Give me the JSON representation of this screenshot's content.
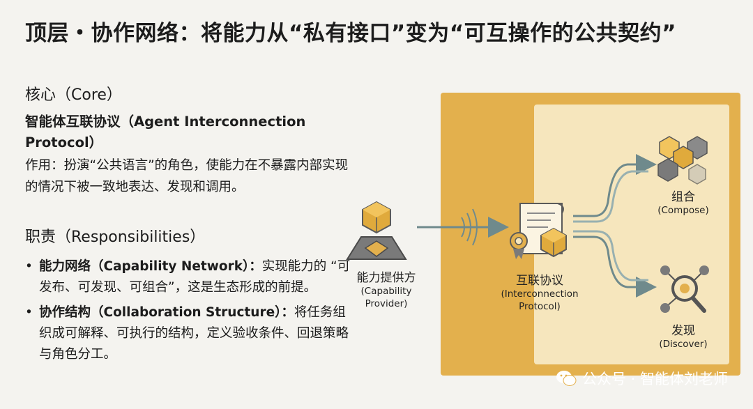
{
  "title": "顶层・协作网络：将能力从“私有接口”变为“可互操作的公共契约”",
  "core": {
    "heading": "核心（Core）",
    "subheading": "智能体互联协议（Agent Interconnection Protocol）",
    "description": "作用：扮演“公共语言”的角色，使能力在不暴露内部实现的情况下被一致地表达、发现和调用。"
  },
  "responsibilities": {
    "heading": "职责（Responsibilities）",
    "items": [
      {
        "bullet": "•",
        "term": "能力网络（Capability Network）：",
        "text": "实现能力的 “可发布、可发现、可组合”，这是生态形成的前提。"
      },
      {
        "bullet": "•",
        "term": "协作结构（Collaboration Structure）：",
        "text": "将任务组织成可解释、可执行的结构，定义验收条件、回退策略与角色分工。"
      }
    ]
  },
  "diagram": {
    "provider": {
      "zh": "能力提供方",
      "en": "(Capability Provider)",
      "icon": "capability-provider-icon"
    },
    "protocol": {
      "zh": "互联协议",
      "en": "(Interconnection Protocol)",
      "icon": "certificate-cube-icon"
    },
    "compose": {
      "zh": "组合",
      "en": "(Compose)",
      "icon": "cube-cluster-icon"
    },
    "discover": {
      "zh": "发现",
      "en": "(Discover)",
      "icon": "network-search-icon"
    },
    "colors": {
      "outer": "#e3b04d",
      "inner": "#f6e6bd",
      "arrow": "#6f8a8c"
    }
  },
  "watermark": {
    "text": "公众号 · 智能体刘老师",
    "icon": "wechat-icon"
  }
}
